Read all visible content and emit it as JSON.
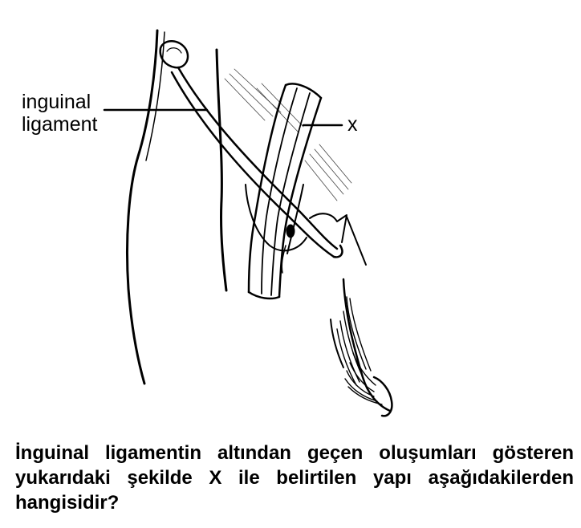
{
  "figure": {
    "label_ligament_line1": "inguinal",
    "label_ligament_line2": "ligament",
    "label_x": "x"
  },
  "question": {
    "text": "İnguinal ligamentin altından geçen oluşumları gösteren yukarıdaki şekilde X ile belirtilen yapı aşağıdakilerden hangisidir?"
  }
}
